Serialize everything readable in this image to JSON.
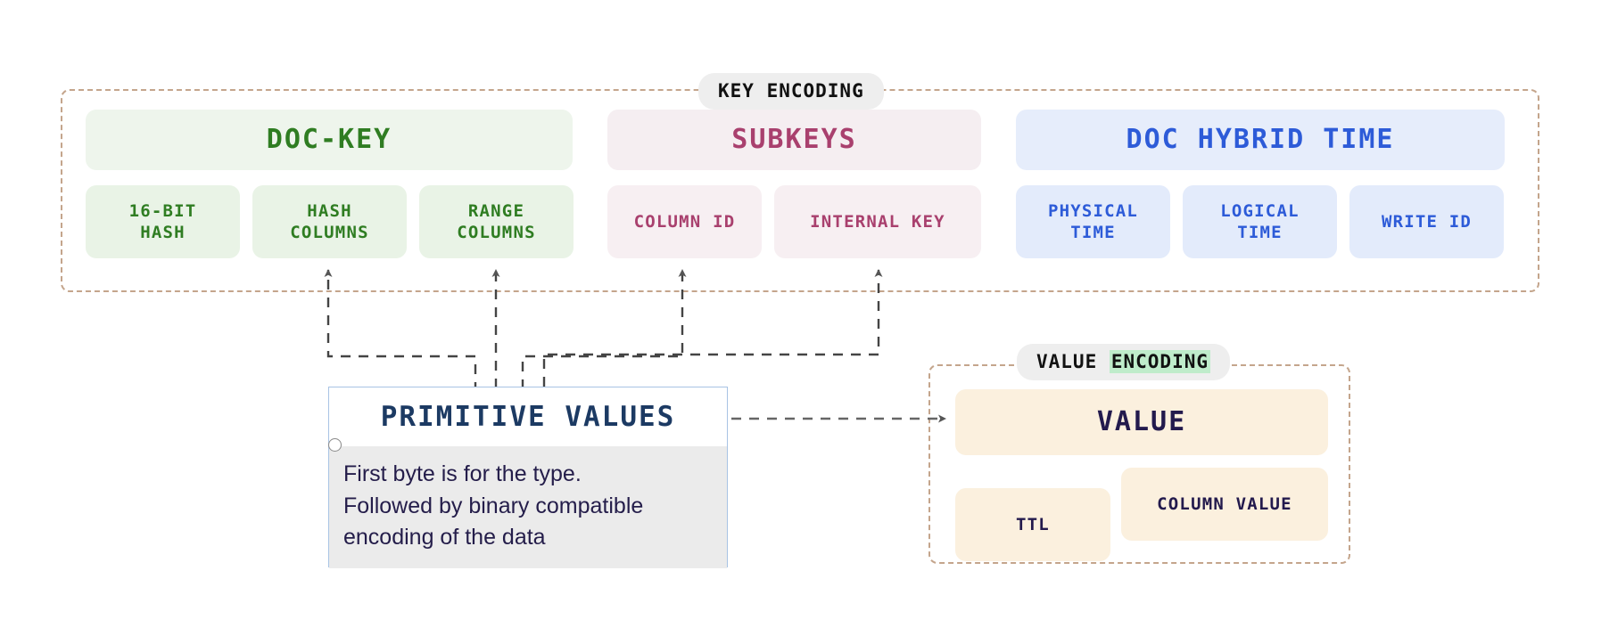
{
  "key_encoding": {
    "title": "KEY ENCODING",
    "groups": [
      {
        "name": "doc-key",
        "header": "DOC-KEY",
        "children": [
          "16-BIT\nHASH",
          "HASH\nCOLUMNS",
          "RANGE\nCOLUMNS"
        ],
        "color": "#2f7d22",
        "bg": "#eef5ec"
      },
      {
        "name": "subkeys",
        "header": "SUBKEYS",
        "children": [
          "COLUMN ID",
          "INTERNAL KEY"
        ],
        "color": "#a9406e",
        "bg": "#f5eef1"
      },
      {
        "name": "doc-hybrid-time",
        "header": "DOC HYBRID TIME",
        "children": [
          "PHYSICAL\nTIME",
          "LOGICAL\nTIME",
          "WRITE ID"
        ],
        "color": "#2d5bd8",
        "bg": "#e6edfb"
      }
    ]
  },
  "value_encoding": {
    "title_part1": "VALUE ",
    "title_highlight": "ENCODING",
    "header": "VALUE",
    "children": [
      "TTL",
      "COLUMN VALUE"
    ],
    "color": "#231a4d",
    "bg": "#fbf0de"
  },
  "primitive_values": {
    "title": "PRIMITIVE VALUES",
    "body": "First byte is for the type.\nFollowed by binary compatible\nencoding of the data",
    "border_color": "#a8c3e4",
    "title_color": "#1c3a63"
  },
  "connector_color": "#444444",
  "group_border_color": "#c4a58c"
}
